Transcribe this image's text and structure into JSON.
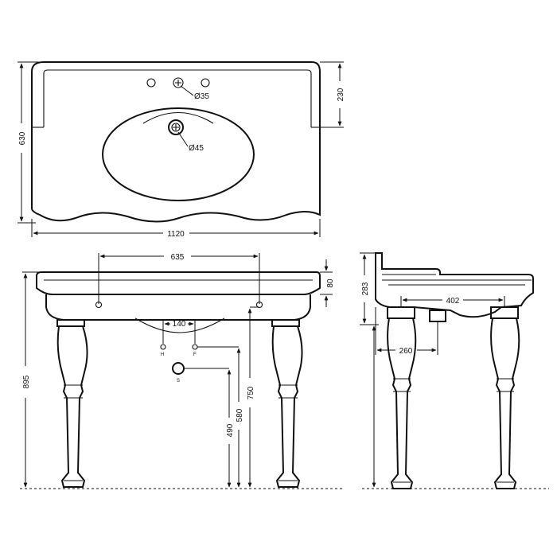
{
  "plan_view": {
    "overall_width": "1120",
    "overall_depth": "630",
    "upstand_depth": "230",
    "tap_hole_dia": "Ø35",
    "waste_dia": "Ø45"
  },
  "front_view": {
    "leg_span": "635",
    "rim_height": "80",
    "waste_spacing": "140",
    "total_height": "895",
    "height_750": "750",
    "height_580": "580",
    "height_490": "490",
    "label_hot": "H",
    "label_cold": "F",
    "label_waste": "S"
  },
  "side_view": {
    "upstand_height": "283",
    "leg_spacing": "402",
    "waste_offset": "260"
  }
}
